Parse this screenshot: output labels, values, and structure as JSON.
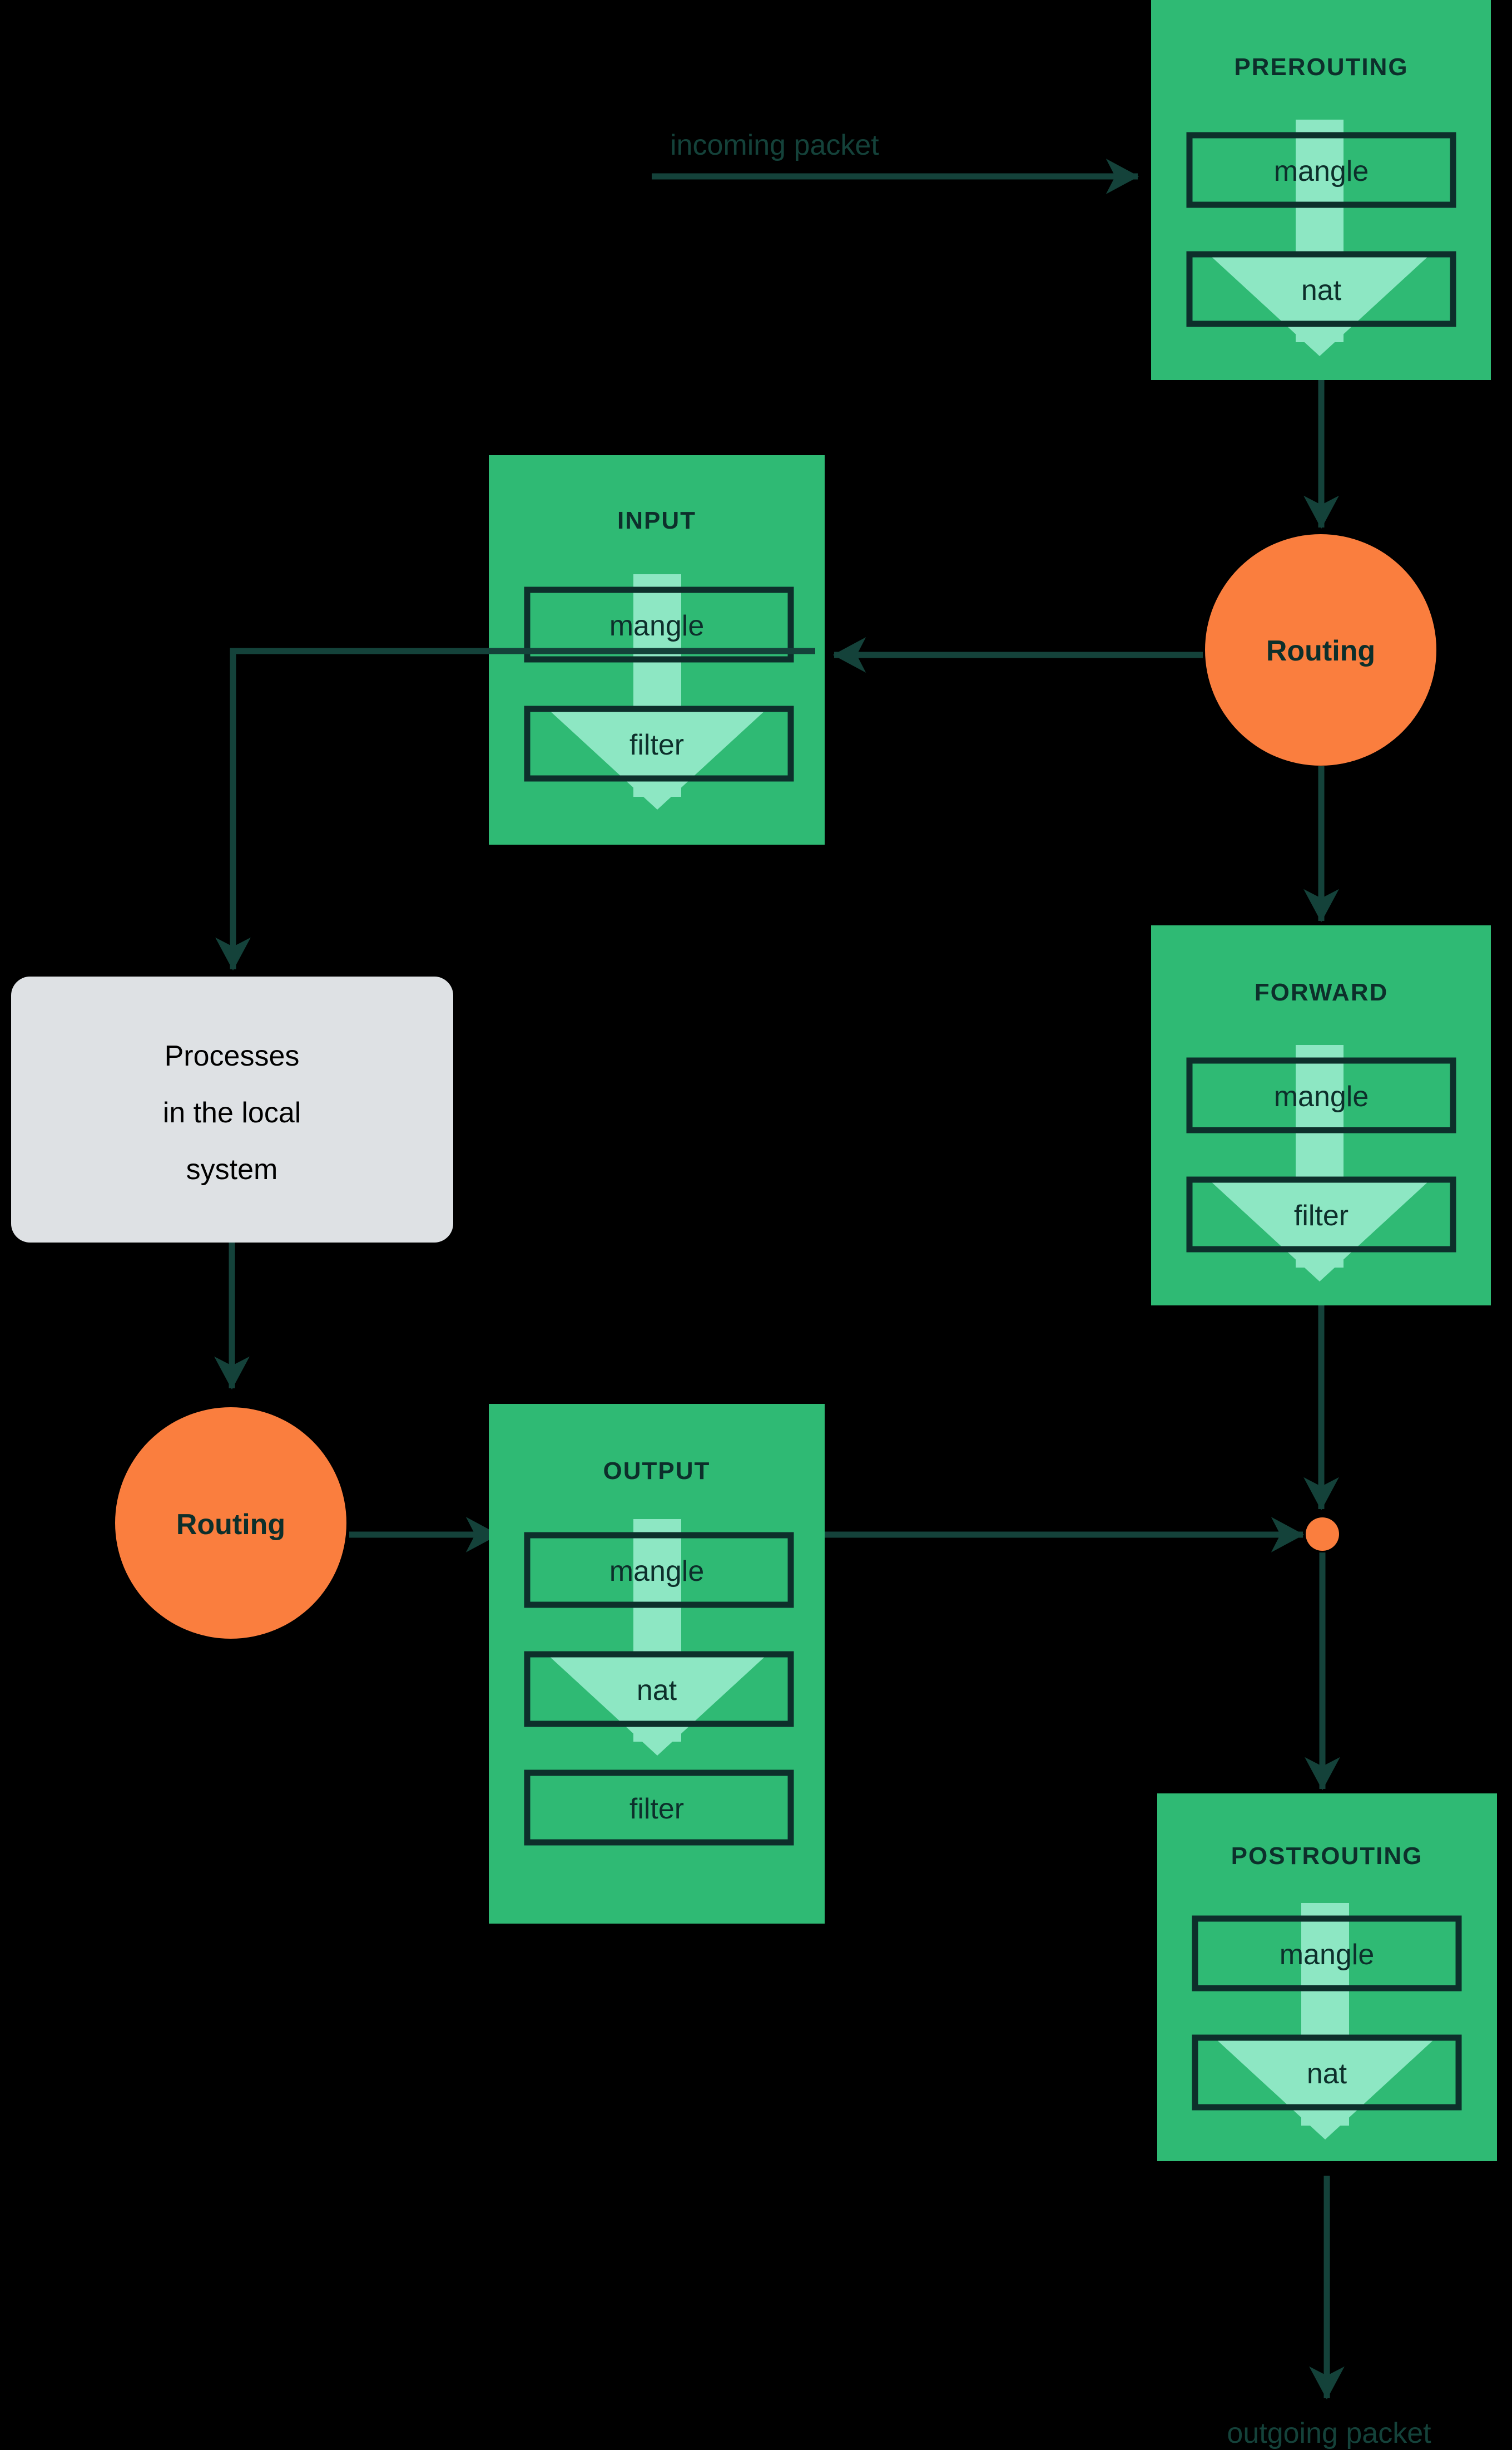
{
  "diagram": {
    "title": "Netfilter packet flow through iptables chains and tables",
    "background_color": "#000000",
    "colors": {
      "chain_box_fill": "#2FBA74",
      "table_box_stroke": "#0D2F2B",
      "flow_arrow_fill": "#8DE7C3",
      "routing_circle_fill": "#FA7E3E",
      "connector_stroke": "#14423A",
      "process_box_fill": "#DEE1E4",
      "process_text_color": "#000000",
      "label_text_color": "#14423A"
    },
    "edges": {
      "incoming_label": "incoming packet",
      "outgoing_label": "outgoing packet"
    },
    "nodes": {
      "prerouting": {
        "title": "PREROUTING",
        "tables": [
          "mangle",
          "nat"
        ]
      },
      "input": {
        "title": "INPUT",
        "tables": [
          "mangle",
          "filter"
        ]
      },
      "forward": {
        "title": "FORWARD",
        "tables": [
          "mangle",
          "filter"
        ]
      },
      "output": {
        "title": "OUTPUT",
        "tables": [
          "mangle",
          "nat",
          "filter"
        ]
      },
      "postrouting": {
        "title": "POSTROUTING",
        "tables": [
          "mangle",
          "nat"
        ]
      },
      "routing_top": {
        "label": "Routing"
      },
      "routing_bottom": {
        "label": "Routing"
      },
      "local_processes": {
        "line1": "Processes",
        "line2": "in the local",
        "line3": "system"
      }
    }
  }
}
